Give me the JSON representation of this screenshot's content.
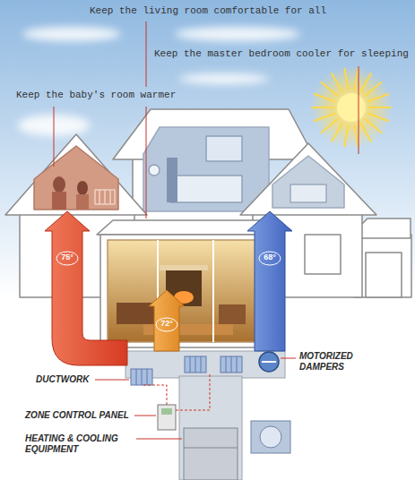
{
  "diagram": {
    "nodes": [
      {
        "text": [
          "75°"
        ]
      },
      {
        "text": [
          "72°"
        ]
      },
      {
        "text": [
          "68°"
        ]
      }
    ],
    "labels": [
      "Keep the living room comfortable for all",
      "Keep the master bedroom cooler for sleeping",
      "Keep the baby's room warmer",
      "DUCTWORK",
      "MOTORIZED DAMPERS",
      "ZONE CONTROL PANEL",
      "HEATING & COOLING EQUIPMENT"
    ]
  }
}
